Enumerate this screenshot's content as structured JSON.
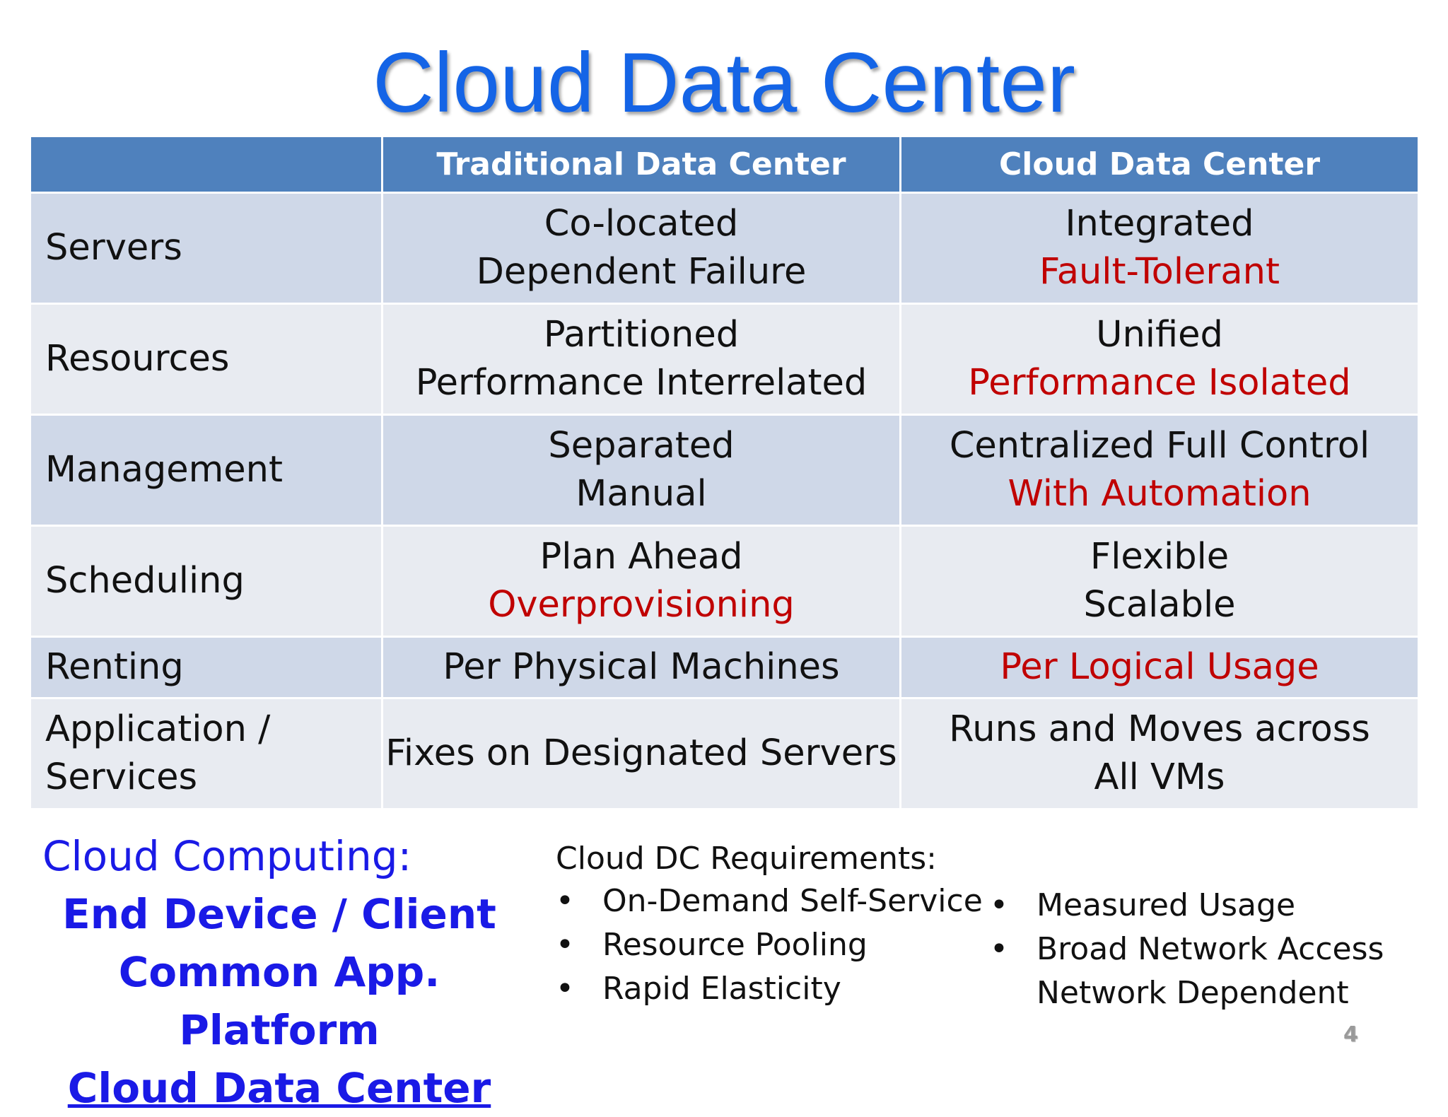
{
  "title": "Cloud Data Center",
  "table": {
    "headers": [
      "",
      "Traditional Data Center",
      "Cloud Data Center"
    ],
    "rows": [
      {
        "label": "Servers",
        "label2": "",
        "trad": {
          "line1": "Co-located",
          "line2": "Dependent Failure"
        },
        "cloud": {
          "line1": "Integrated",
          "line2": "Fault-Tolerant"
        }
      },
      {
        "label": "Resources",
        "label2": "",
        "trad": {
          "line1": "Partitioned",
          "line2": "Performance Interrelated"
        },
        "cloud": {
          "line1": "Unified",
          "line2": "Performance Isolated"
        }
      },
      {
        "label": "Management",
        "label2": "",
        "trad": {
          "line1": "Separated",
          "line2": "Manual"
        },
        "cloud": {
          "line1": "Centralized Full Control",
          "line2": "With Automation"
        }
      },
      {
        "label": "Scheduling",
        "label2": "",
        "trad": {
          "line1": "Plan Ahead",
          "line2": "Overprovisioning"
        },
        "cloud": {
          "line1": "Flexible",
          "line2": "Scalable"
        }
      },
      {
        "label": "Renting",
        "label2": "",
        "trad": {
          "line1": "Per Physical Machines",
          "line2": ""
        },
        "cloud": {
          "line1": "Per Logical Usage",
          "line2": ""
        }
      },
      {
        "label": "Application /",
        "label2": "Services",
        "trad": {
          "line1": "Fixes on Designated Servers",
          "line2": ""
        },
        "cloud": {
          "line1": "Runs and Moves across",
          "line2": "All VMs"
        }
      }
    ],
    "highlight_color": "#c00000",
    "header_color": "#4f81bd"
  },
  "cloud_computing": {
    "heading": "Cloud Computing:",
    "items": [
      "End Device / Client",
      "Common App. Platform",
      "Cloud Data Center"
    ]
  },
  "requirements": {
    "title": "Cloud DC Requirements:",
    "bullet": "•",
    "col1": [
      "On-Demand Self-Service",
      "Resource Pooling",
      "Rapid Elasticity"
    ],
    "col2": [
      "Measured Usage",
      "Broad Network Access"
    ],
    "note": "Network Dependent"
  },
  "page_number": "4",
  "colors": {
    "title": "#1464e6",
    "cloud_computing": "#1a1ae6"
  }
}
